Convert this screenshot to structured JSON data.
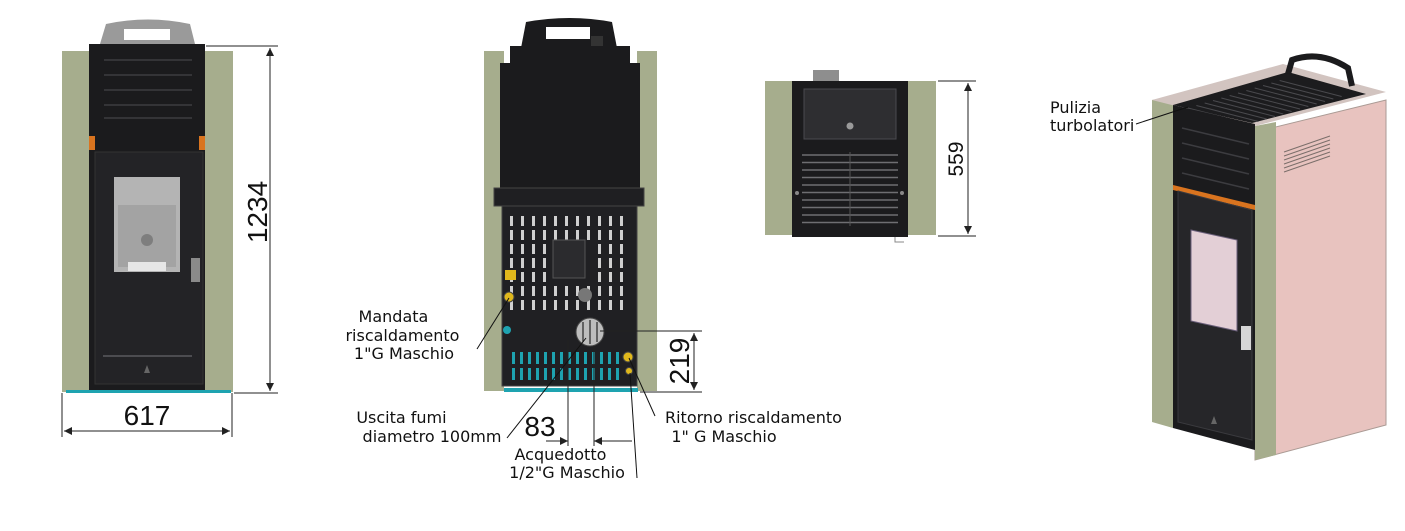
{
  "dimensions": {
    "width_front": "617",
    "height_front": "1234",
    "depth_top": "559",
    "height_connections": "219",
    "spacing_connections": "83"
  },
  "labels": {
    "mandata": [
      "Mandata",
      "riscaldamento",
      "1\"G Maschio"
    ],
    "uscita_fumi": [
      "Uscita fumi",
      "diametro 100mm"
    ],
    "acquedotto": [
      "Acquedotto",
      "1/2\"G Maschio"
    ],
    "ritorno": [
      "Ritorno riscaldamento",
      "1\" G Maschio"
    ],
    "pulizia": [
      "Pulizia",
      "turbolatori"
    ]
  },
  "colors": {
    "side_panel": "#a6ad8d",
    "body_dark": "#1b1b1d",
    "panel_pink": "#e8c3bf",
    "accent_orange": "#d9741f",
    "accent_cyan": "#1ea3b0",
    "handle_grey": "#8d8d8d"
  }
}
